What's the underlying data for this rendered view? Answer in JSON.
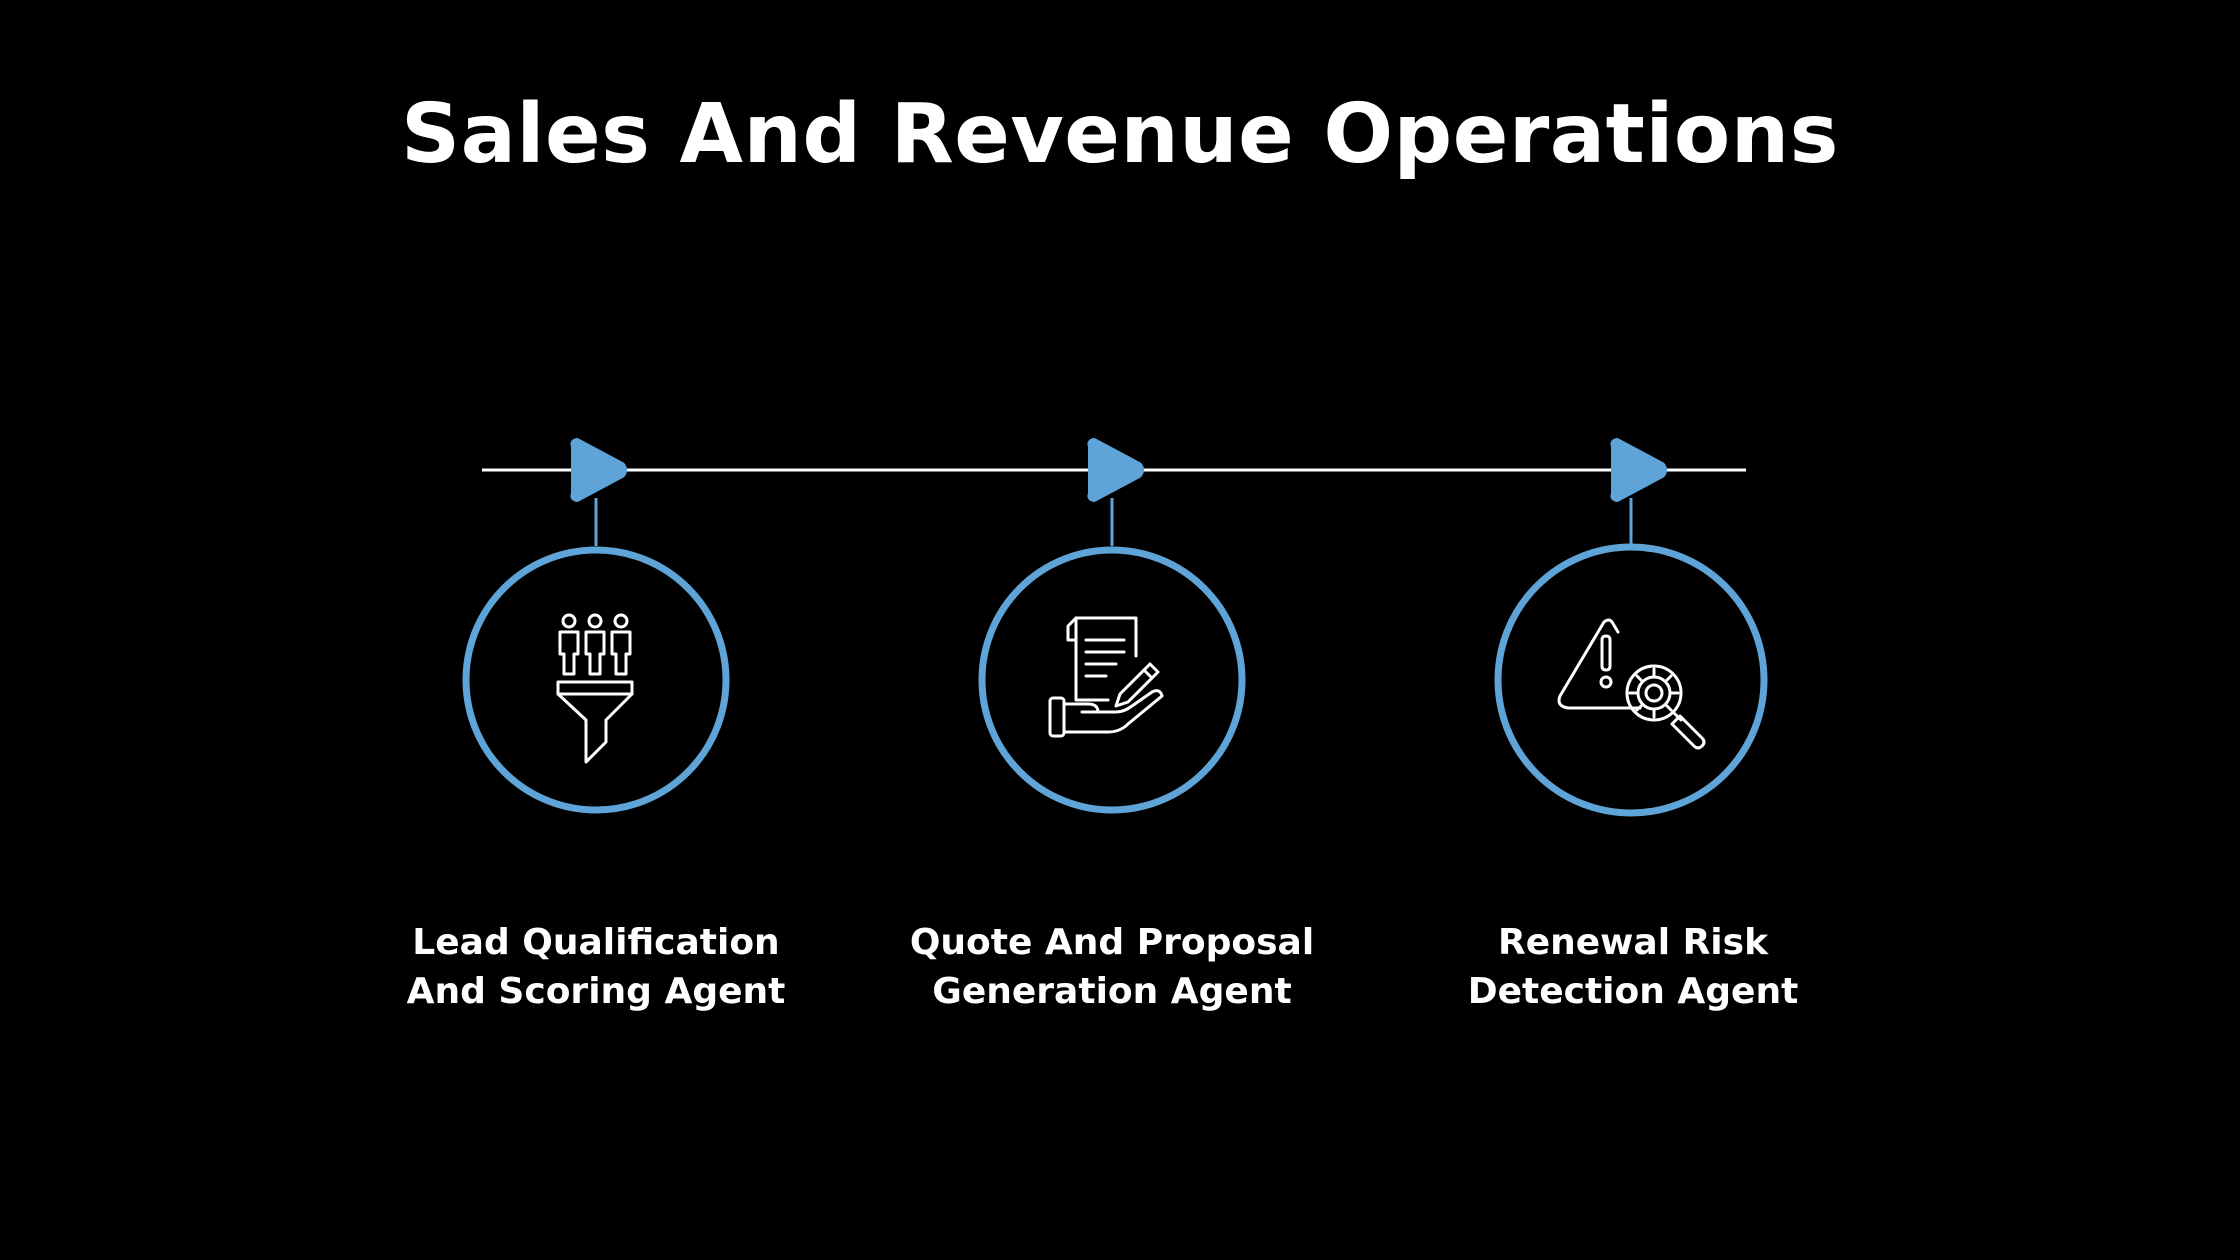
{
  "title": "Sales And Revenue Operations",
  "accent_color": "#5ea4d8",
  "line_color": "#ffffff",
  "background_color": "#000000",
  "steps": [
    {
      "icon": "lead-funnel-icon",
      "label_lines": [
        "Lead Qualification",
        "And Scoring Agent"
      ]
    },
    {
      "icon": "proposal-document-icon",
      "label_lines": [
        "Quote And Proposal",
        "Generation Agent"
      ]
    },
    {
      "icon": "risk-detection-icon",
      "label_lines": [
        "Renewal Risk",
        "Detection Agent"
      ]
    }
  ]
}
